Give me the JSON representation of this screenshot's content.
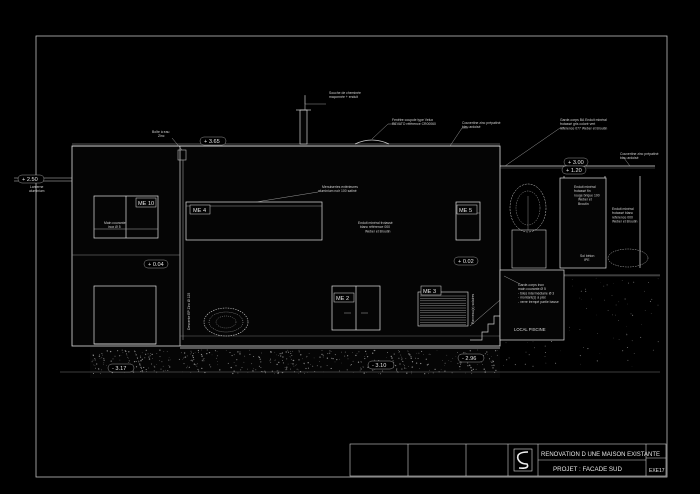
{
  "title_block": {
    "line1": "RENOVATION D UNE MAISON EXISTANTE",
    "line2": "PROJET : FACADE SUD",
    "code": "EXE",
    "sheet": "17"
  },
  "levels": {
    "left_rail": "+ 2.50",
    "ridge": "+ 3.65",
    "extension_top": "+ 3.00",
    "terrace_rail": "+ 1.20",
    "upper_floor": "+ 0.04",
    "ground": "+ 0.02",
    "ground_left": "- 3.17",
    "base_mid": "- 3.10",
    "base_right": "- 2.96"
  },
  "window_tags": {
    "me10": "ME 10",
    "me4": "ME 4",
    "me5": "ME 5",
    "me2": "ME 2",
    "me3": "ME 3"
  },
  "annotations": {
    "chimney": [
      "Souche de cheminée",
      "maçonnée + enduit"
    ],
    "skylight": [
      "Fenêtre coupole type Velux",
      "REVATO référence CR00060"
    ],
    "roof_flashing": [
      "Couvertine zinc prépatiné",
      "bleu ardoisé"
    ],
    "sidewall": [
      "Garde-corps BA Enduit minéral",
      "frotassé gris coloré vert",
      "référence 077 Weber et Broutin"
    ],
    "extension_flashing": [
      "Couvertine zinc prépatiné",
      "bleu ardoisé"
    ],
    "gutter": [
      "Boîte à eau",
      "Zinc"
    ],
    "rail_left": [
      "Lanterne",
      "aluminium"
    ],
    "joinery": [
      "Menuiseries extérieures",
      "aluminium noir 100 satiné"
    ],
    "render_main": [
      "Enduit minéral frotassé",
      "blanc référence 000",
      "Weber et Broutin"
    ],
    "render_wall": [
      "Enduit minéral",
      "frotassé fin",
      "rouge brique 100",
      "Weber et",
      "Broutin"
    ],
    "render_ext": [
      "Enduit minéral",
      "frotassé blanc",
      "référence 000",
      "Weber et Broutin"
    ],
    "slab": [
      "Sol béton",
      "IPE"
    ],
    "window_left": [
      "Main courante",
      "inox Ø 5"
    ],
    "railing": [
      "Garde-corps inox",
      "main courante Ø 5",
      "- tôles intermédiaire Ø 3",
      "- montant(s) à plat",
      "- verre trempé partie basse"
    ],
    "downpipe": [
      "Descente EP Zinc Ø 125"
    ],
    "vertical_tag": [
      "Panneau(x) solaires"
    ],
    "local": "LOCAL PISCINE"
  }
}
